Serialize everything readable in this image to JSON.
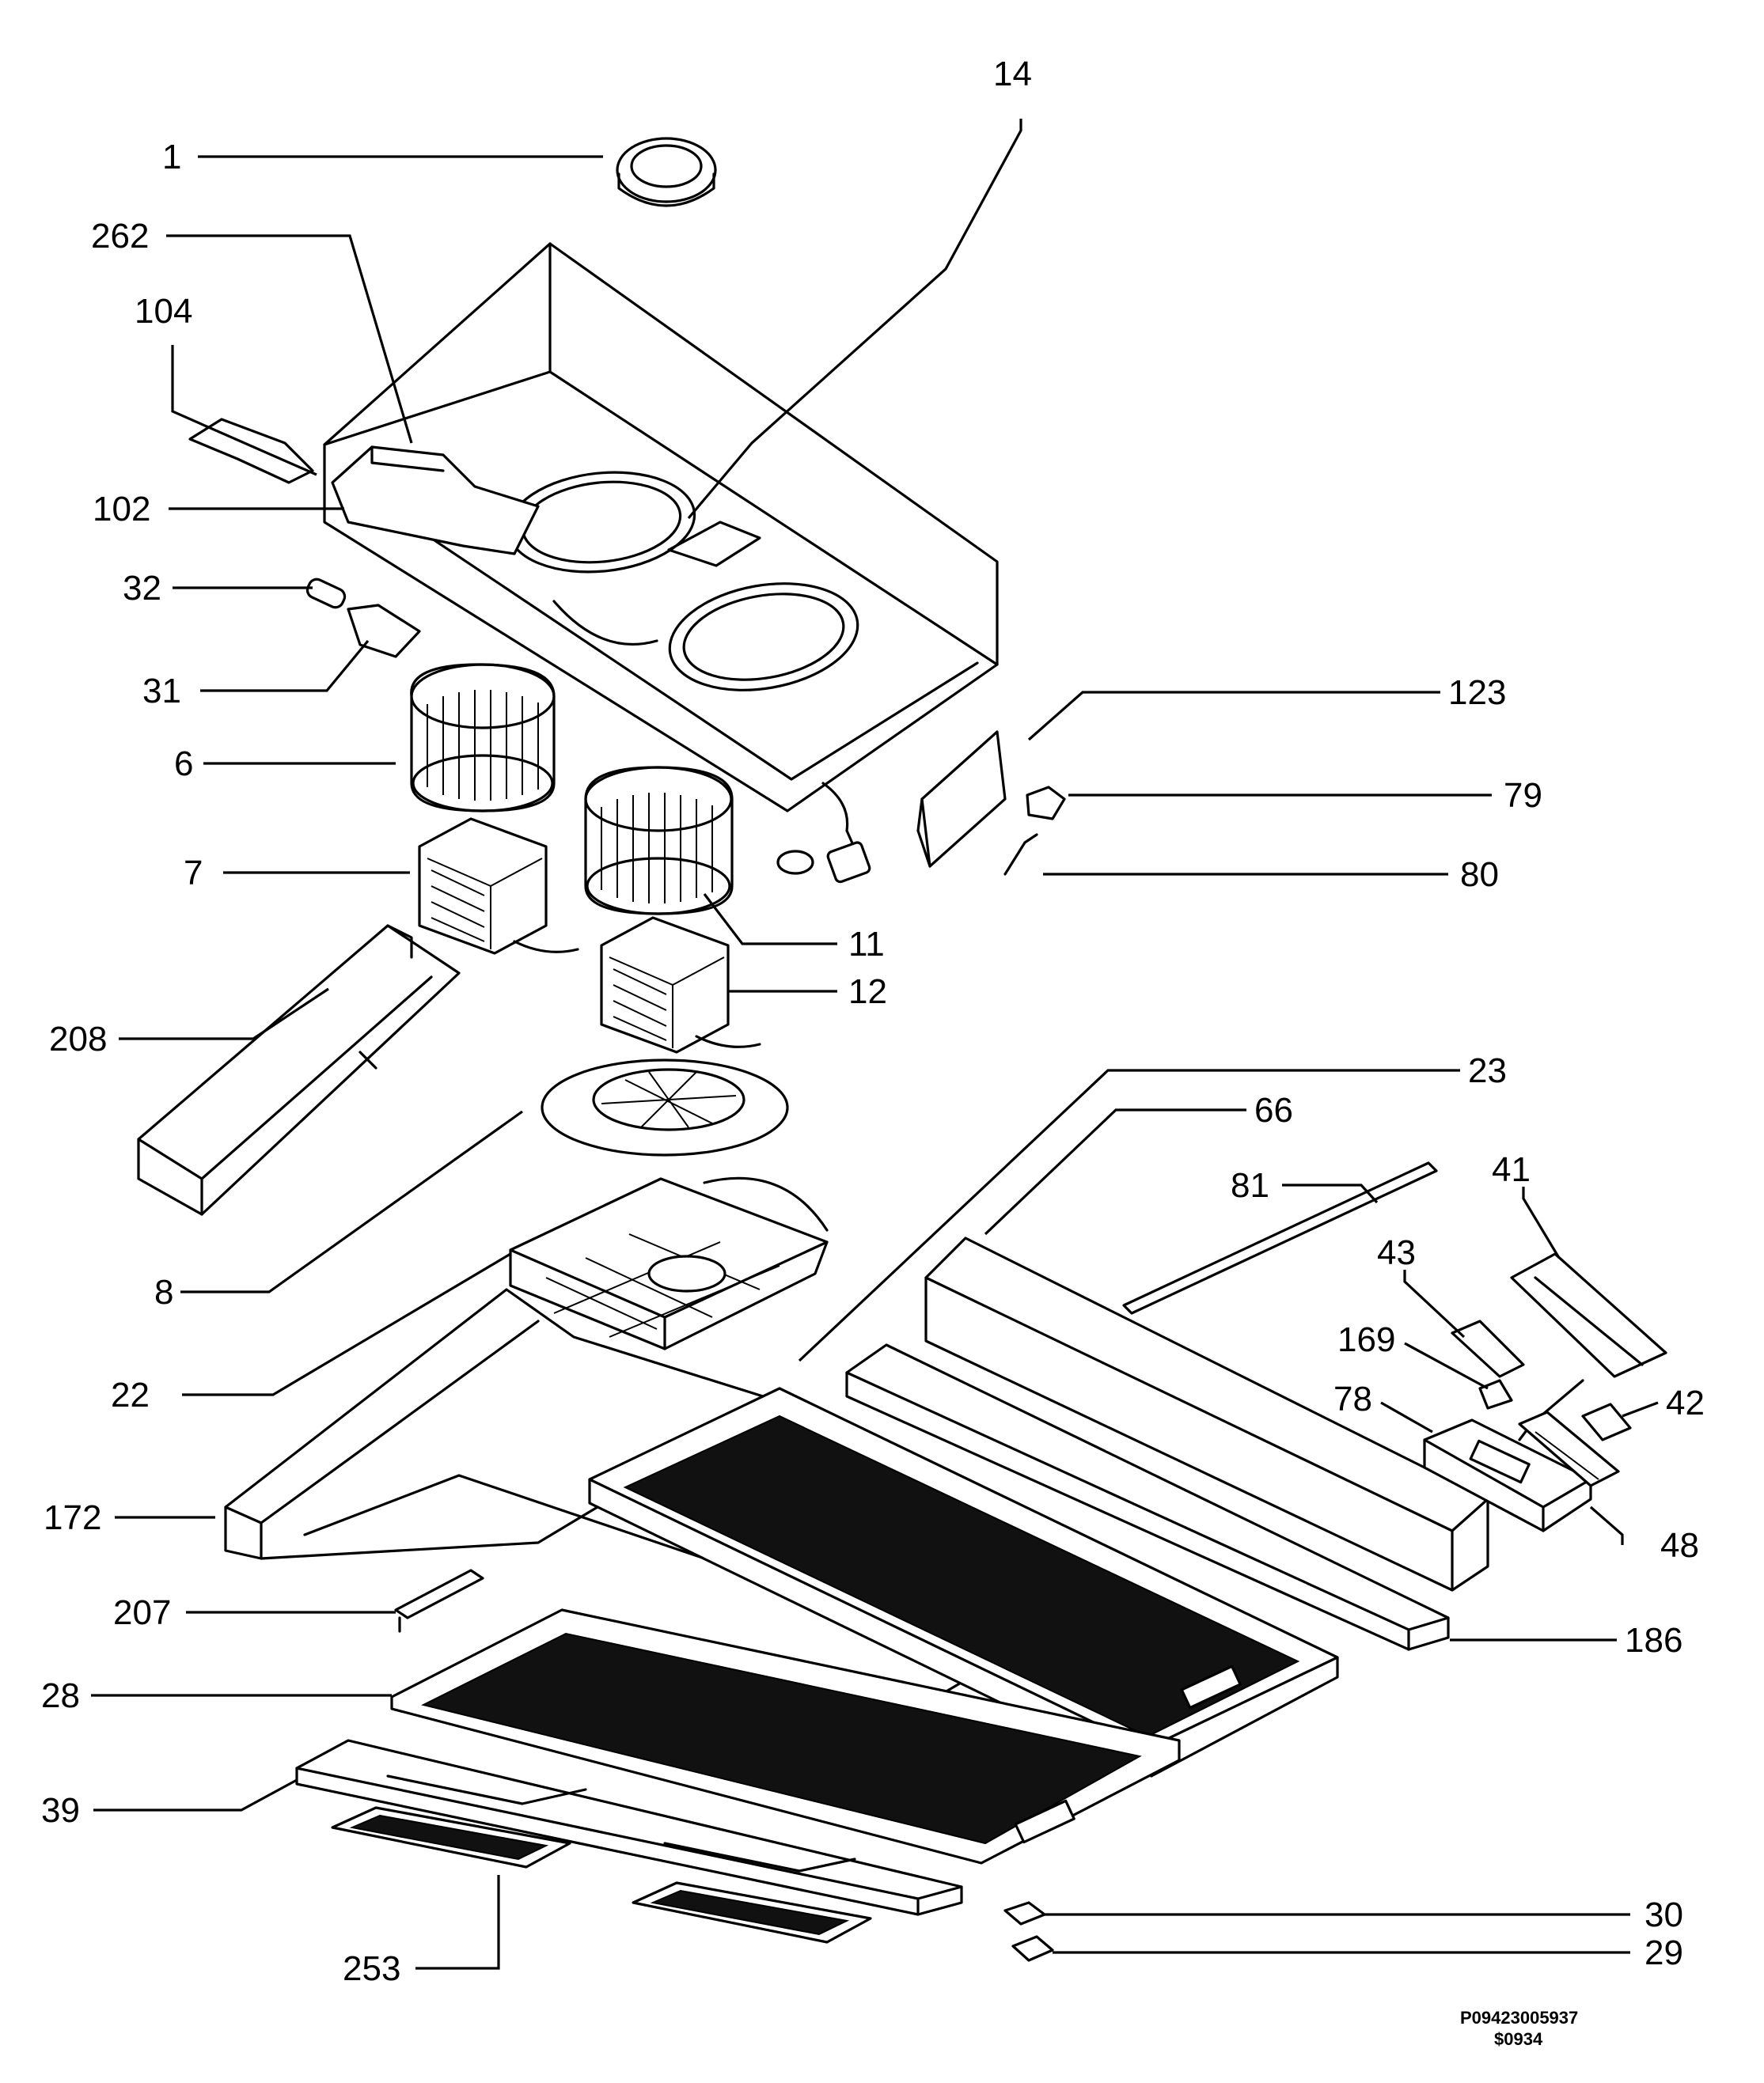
{
  "callouts": {
    "c1": "1",
    "c14": "14",
    "c262": "262",
    "c104": "104",
    "c102": "102",
    "c32": "32",
    "c31": "31",
    "c6": "6",
    "c7": "7",
    "c11": "11",
    "c12": "12",
    "c123": "123",
    "c79": "79",
    "c80": "80",
    "c208": "208",
    "c23": "23",
    "c66": "66",
    "c81": "81",
    "c41": "41",
    "c43": "43",
    "c169": "169",
    "c78": "78",
    "c42": "42",
    "c48": "48",
    "c8": "8",
    "c22": "22",
    "c172": "172",
    "c186": "186",
    "c207": "207",
    "c28": "28",
    "c39": "39",
    "c253": "253",
    "c30": "30",
    "c29": "29"
  },
  "footer": {
    "drawing_number": "P09423005937",
    "revision": "$0934"
  }
}
